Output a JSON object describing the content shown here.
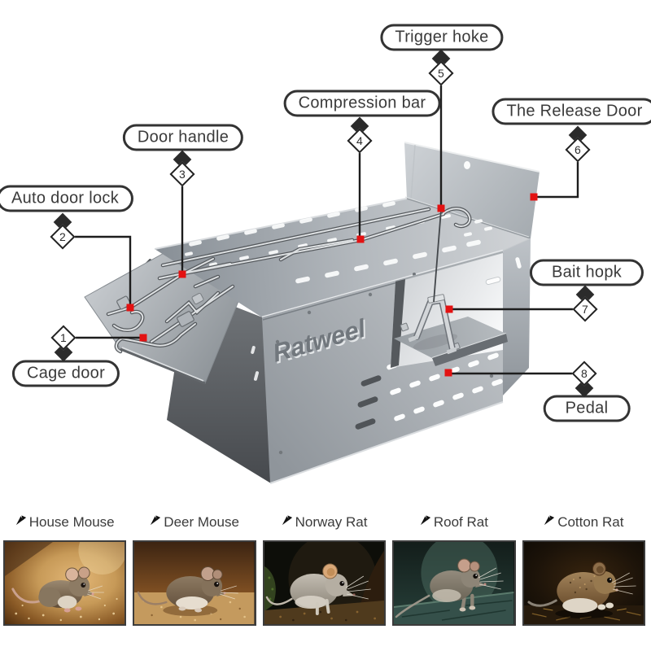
{
  "brand": "Ratweel",
  "callouts": [
    {
      "num": "1",
      "label": "Cage door"
    },
    {
      "num": "2",
      "label": "Auto door lock"
    },
    {
      "num": "3",
      "label": "Door handle"
    },
    {
      "num": "4",
      "label": "Compression bar"
    },
    {
      "num": "5",
      "label": "Trigger hoke"
    },
    {
      "num": "6",
      "label": "The Release Door"
    },
    {
      "num": "7",
      "label": "Bait hopk"
    },
    {
      "num": "8",
      "label": "Pedal"
    }
  ],
  "rodents": [
    {
      "name": "House Mouse"
    },
    {
      "name": "Deer Mouse"
    },
    {
      "name": "Norway Rat"
    },
    {
      "name": "Roof Rat"
    },
    {
      "name": "Cotton Rat"
    }
  ],
  "colors": {
    "marker_red": "#e31212",
    "callout_line": "#1d1d1d",
    "label_text": "#3a3a3a"
  }
}
